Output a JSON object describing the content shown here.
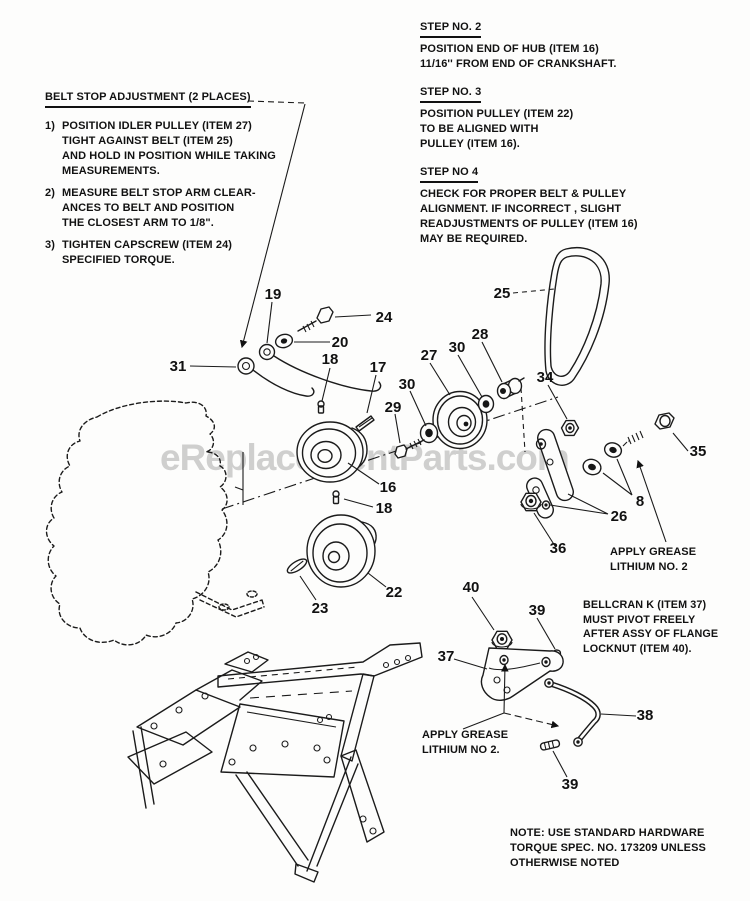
{
  "watermark": "eReplacementParts.com",
  "belt_stop": {
    "title": "BELT STOP ADJUSTMENT (2 PLACES)",
    "items": [
      {
        "num": "1)",
        "lines": [
          "POSITION IDLER PULLEY  (ITEM 27)",
          "TIGHT AGAINST BELT (ITEM 25)",
          "AND HOLD IN POSITION WHILE TAKING",
          "MEASUREMENTS."
        ]
      },
      {
        "num": "2)",
        "lines": [
          "MEASURE BELT STOP ARM CLEAR-",
          "ANCES TO BELT AND POSITION",
          "THE CLOSEST ARM TO 1/8\"."
        ]
      },
      {
        "num": "3)",
        "lines": [
          "TIGHTEN CAPSCREW (ITEM 24)",
          "SPECIFIED TORQUE."
        ]
      }
    ]
  },
  "steps": [
    {
      "title": "STEP NO. 2",
      "lines": [
        "POSITION END OF HUB (ITEM 16)",
        "11/16'' FROM END OF CRANKSHAFT."
      ]
    },
    {
      "title": "STEP NO. 3",
      "lines": [
        "POSITION PULLEY (ITEM 22)",
        "TO BE ALIGNED WITH",
        "PULLEY (ITEM 16)."
      ]
    },
    {
      "title": "STEP NO  4",
      "lines": [
        "CHECK FOR PROPER BELT & PULLEY",
        "ALIGNMENT.  IF INCORRECT , SLIGHT",
        "READJUSTMENTS OF PULLEY (ITEM 16)",
        "MAY BE REQUIRED."
      ]
    }
  ],
  "notes": {
    "grease_upper": [
      "APPLY GREASE",
      "LITHIUM NO.  2"
    ],
    "bellcrank": [
      "BELLCRAN K  (ITEM 37)",
      "MUST PIVOT FREELY",
      "AFTER ASSY OF FLANGE",
      "LOCKNUT  (ITEM 40)."
    ],
    "grease_lower": [
      "APPLY GREASE",
      "LITHIUM NO  2."
    ],
    "bottom": [
      "NOTE:  USE STANDARD HARDWARE",
      "TORQUE SPEC. NO. 173209 UNLESS",
      "OTHERWISE NOTED"
    ]
  },
  "parts": {
    "p8": "8",
    "p16": "16",
    "p17": "17",
    "p18": "18",
    "p19": "19",
    "p20": "20",
    "p22": "22",
    "p23": "23",
    "p24": "24",
    "p25": "25",
    "p26": "26",
    "p27": "27",
    "p28": "28",
    "p29": "29",
    "p30": "30",
    "p31": "31",
    "p34": "34",
    "p35": "35",
    "p36": "36",
    "p37": "37",
    "p38": "38",
    "p39": "39",
    "p40": "40"
  }
}
